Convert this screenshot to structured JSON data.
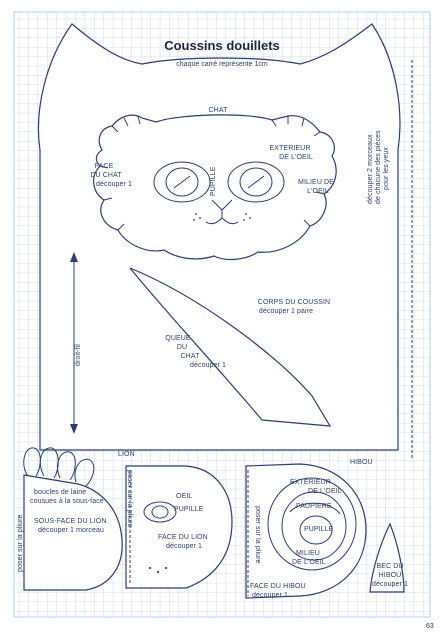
{
  "header": {
    "title": "Coussins douillets",
    "subtitle": "chaque carré représente 1cm"
  },
  "cat": {
    "name": "CHAT",
    "face_l1": "FACE",
    "face_l2": "DU CHAT",
    "face_l3": "découper 1",
    "pupil": "PUPILLE",
    "eye_out_l1": "EXTERIEUR",
    "eye_out_l2": "DE L'OEIL",
    "eye_mid_l1": "MILIEU DE",
    "eye_mid_l2": "L'OEIL",
    "eyes_note_l1": "découper 2 morceaux",
    "eyes_note_l2": "de chacune des pièces",
    "eyes_note_l3": "pour les yeux",
    "body_l1": "CORPS DU COUSSIN",
    "body_l2": "découper 1 paire",
    "tail_l1": "QUEUE",
    "tail_l2": "DU",
    "tail_l3": "CHAT",
    "tail_l4": "découper 1",
    "grain": "droit-fil"
  },
  "lion": {
    "name": "LION",
    "loops_l1": "boucles de laine",
    "loops_l2": "cousues à la sous-face",
    "under_l1": "SOUS-FACE DU LION",
    "under_l2": "découper 1 morceau",
    "fold1": "poser sur la pliure",
    "fold2": "poser sur la pliure",
    "eye": "OEIL",
    "pupil": "PUPILLE",
    "face_l1": "FACE DU LION",
    "face_l2": "découper 1"
  },
  "owl": {
    "name": "HIBOU",
    "eye_out_l1": "EXTERIEUR",
    "eye_out_l2": "DE L'OEIL",
    "lid": "PAUPIERE",
    "pupil": "PUPILLE",
    "eye_mid_l1": "MILIEU",
    "eye_mid_l2": "DE L'OEIL",
    "fold": "poser sur la pliure",
    "face_l1": "FACE DU HIBOU",
    "face_l2": "découper 1",
    "beak_l1": "BEC DU",
    "beak_l2": "HIBOU",
    "beak_l3": "découper 1"
  },
  "footer": {
    "page_number": "63"
  },
  "colors": {
    "ink": "#2a3f6a",
    "grid": "#a9c4e6",
    "paper": "#ffffff"
  }
}
